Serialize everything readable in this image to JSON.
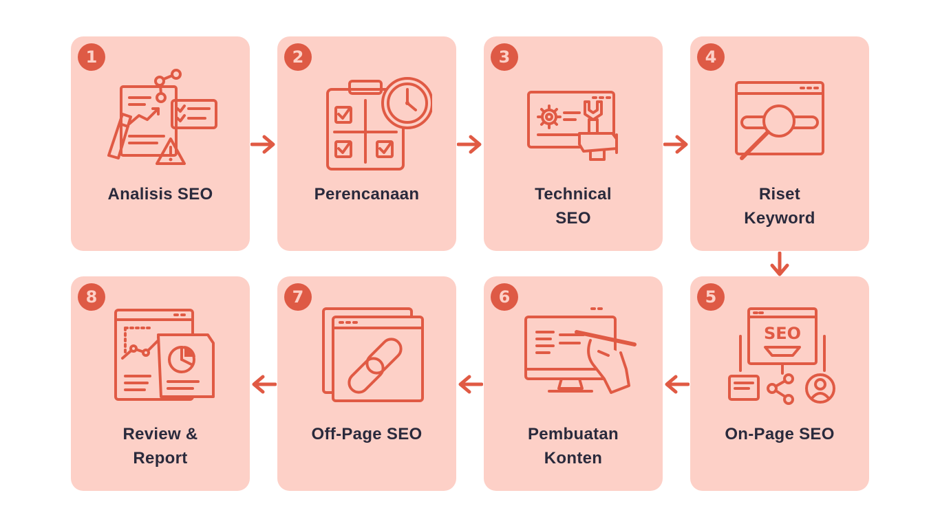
{
  "steps": [
    {
      "number": "1",
      "title": "Analisis SEO",
      "icon": "analysis-chart-icon"
    },
    {
      "number": "2",
      "title": "Perencanaan",
      "icon": "planning-checklist-clock-icon"
    },
    {
      "number": "3",
      "title": "Technical\nSEO",
      "icon": "technical-gear-wrench-icon"
    },
    {
      "number": "4",
      "title": "Riset\nKeyword",
      "icon": "keyword-search-icon"
    },
    {
      "number": "5",
      "title": "On-Page SEO",
      "icon": "seo-monitor-icon"
    },
    {
      "number": "6",
      "title": "Pembuatan\nKonten",
      "icon": "content-writing-icon"
    },
    {
      "number": "7",
      "title": "Off-Page SEO",
      "icon": "link-chain-icon"
    },
    {
      "number": "8",
      "title": "Review &\nReport",
      "icon": "report-analytics-icon"
    }
  ],
  "icon_texts": {
    "seo": "SEO"
  },
  "colors": {
    "card": "#fdd0c7",
    "accent": "#e05a44",
    "text": "#2a2a3c",
    "background": "#ffffff"
  }
}
